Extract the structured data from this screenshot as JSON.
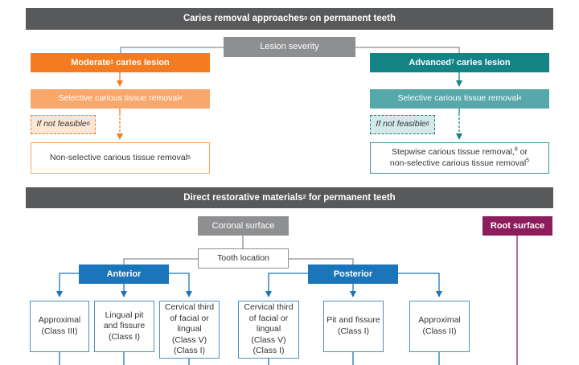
{
  "section1": {
    "title": "Caries removal approaches",
    "title_sup": "0",
    "title_tail": " on permanent teeth",
    "severity": "Lesion severity",
    "moderate": {
      "label": "Moderate",
      "sup": "1",
      "tail": " caries lesion"
    },
    "advanced": {
      "label": "Advanced",
      "sup": "7",
      "tail": " caries lesion"
    },
    "selective_left": {
      "label": "Selective carious tissue removal",
      "sup": "4"
    },
    "selective_right": {
      "label": "Selective carious tissue removal",
      "sup": "4"
    },
    "not_feasible_left": {
      "label": "If not feasible",
      "sup": "6"
    },
    "not_feasible_right": {
      "label": "If not feasible",
      "sup": "6"
    },
    "nonselective_left": {
      "label": "Non-selective carious tissue removal",
      "sup": "5"
    },
    "stepwise": {
      "line1": "Stepwise carious tissue removal,",
      "line1_sup": "8",
      "line1_tail": " or",
      "line2": "non-selective carious tissue removal",
      "line2_sup": "5"
    }
  },
  "section2": {
    "title": "Direct restorative materials",
    "title_sup": "2",
    "title_tail": " for permanent teeth",
    "coronal": "Coronal surface",
    "root": "Root surface",
    "tooth_location": "Tooth location",
    "anterior": "Anterior",
    "posterior": "Posterior",
    "classes": [
      {
        "lines": [
          "Approximal",
          "(Class III)"
        ]
      },
      {
        "lines": [
          "Lingual pit",
          "and fissure",
          "(Class I)"
        ]
      },
      {
        "lines": [
          "Cervical third",
          "of facial or",
          "lingual",
          "(Class V)",
          "(Class I)"
        ]
      },
      {
        "lines": [
          "Cervical third",
          "of facial or",
          "lingual",
          "(Class V)",
          "(Class I)"
        ]
      },
      {
        "lines": [
          "Pit and fissure",
          "(Class I)"
        ]
      },
      {
        "lines": [
          "Approximal",
          "(Class II)"
        ]
      }
    ]
  },
  "colors": {
    "header": "#58595b",
    "grey": "#8e8f91",
    "orange": "#f47b20",
    "teal": "#138385",
    "blue": "#1b75bb",
    "purple": "#8b1d5d"
  }
}
